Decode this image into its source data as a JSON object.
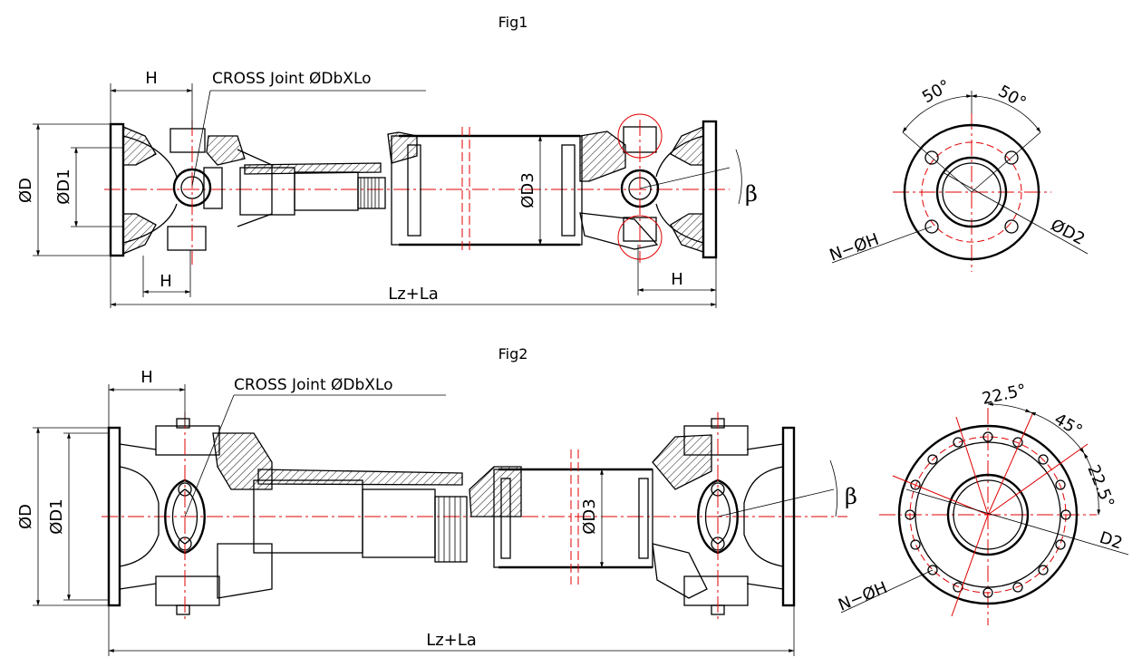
{
  "figures": [
    {
      "title": "Fig1",
      "labels": {
        "h_top": "H",
        "cross_joint": "CROSS Joint ØDbXLo",
        "d_outer": "ØD",
        "d1": "ØD1",
        "d3": "ØD3",
        "beta": "β",
        "h_bottom_left": "H",
        "h_bottom_right": "H",
        "length": "Lz+La",
        "angle_left": "50°",
        "angle_right": "50°",
        "bolt_holes": "N−ØH",
        "d2": "ØD2"
      }
    },
    {
      "title": "Fig2",
      "labels": {
        "h_top": "H",
        "cross_joint": "CROSS Joint ØDbXLo",
        "d_outer": "ØD",
        "d1": "ØD1",
        "d3": "ØD3",
        "beta": "β",
        "length": "Lz+La",
        "angle_1": "22.5°",
        "angle_2": "45°",
        "angle_3": "22.5°",
        "bolt_holes": "N−ØH",
        "d2": "D2"
      }
    }
  ],
  "colors": {
    "line": "#000000",
    "centerline": "#e00000",
    "background": "#ffffff"
  }
}
